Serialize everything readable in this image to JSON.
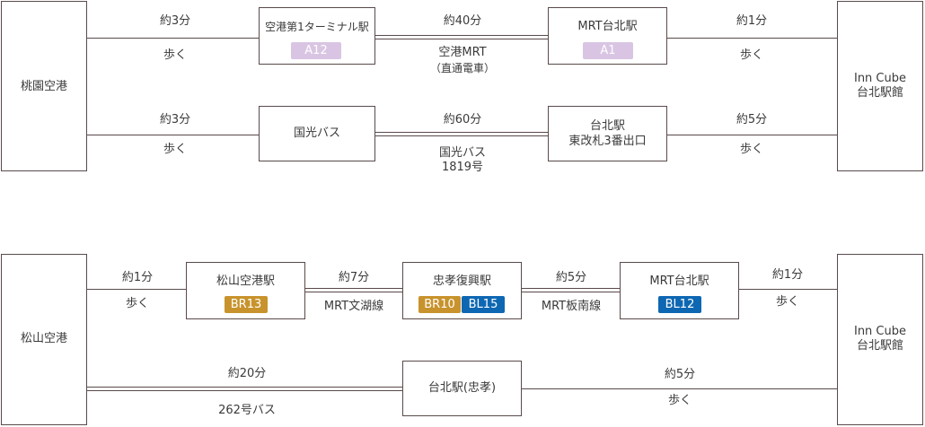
{
  "route1": {
    "origin": "桃園空港",
    "seg1": {
      "time": "約3分",
      "mode": "歩く"
    },
    "station1": {
      "name": "空港第1ターミナル駅",
      "badge": "A12"
    },
    "seg2": {
      "time": "約40分",
      "mode": "空港MRT",
      "note": "（直通電車）"
    },
    "station2": {
      "name": "MRT台北駅",
      "badge": "A1"
    },
    "seg3": {
      "time": "約1分",
      "mode": "歩く"
    }
  },
  "route2": {
    "seg1": {
      "time": "約3分",
      "mode": "歩く"
    },
    "station1": {
      "name": "国光バス"
    },
    "seg2": {
      "time": "約60分",
      "mode": "国光バス",
      "note": "1819号"
    },
    "station2": {
      "name_line1": "台北駅",
      "name_line2": "東改札3番出口"
    },
    "seg3": {
      "time": "約5分",
      "mode": "歩く"
    }
  },
  "dest_top": {
    "line1": "Inn Cube",
    "line2": "台北駅館"
  },
  "route3": {
    "origin": "松山空港",
    "seg1": {
      "time": "約1分",
      "mode": "歩く"
    },
    "station1": {
      "name": "松山空港駅",
      "badge": "BR13"
    },
    "seg2": {
      "time": "約7分",
      "mode": "MRT文湖線"
    },
    "station2": {
      "name": "忠孝復興駅",
      "badge1": "BR10",
      "badge2": "BL15"
    },
    "seg3": {
      "time": "約5分",
      "mode": "MRT板南線"
    },
    "station3": {
      "name": "MRT台北駅",
      "badge": "BL12"
    },
    "seg4": {
      "time": "約1分",
      "mode": "歩く"
    }
  },
  "route4": {
    "seg1": {
      "time": "約20分",
      "mode": "262号バス"
    },
    "station1": {
      "name": "台北駅(忠孝)"
    },
    "seg2": {
      "time": "約5分",
      "mode": "歩く"
    }
  },
  "dest_bottom": {
    "line1": "Inn Cube",
    "line2": "台北駅館"
  },
  "colors": {
    "line": "#5a4a4a",
    "badge_purple": "#d9c5e3",
    "badge_gold": "#c8932d",
    "badge_blue": "#0e67b2"
  }
}
